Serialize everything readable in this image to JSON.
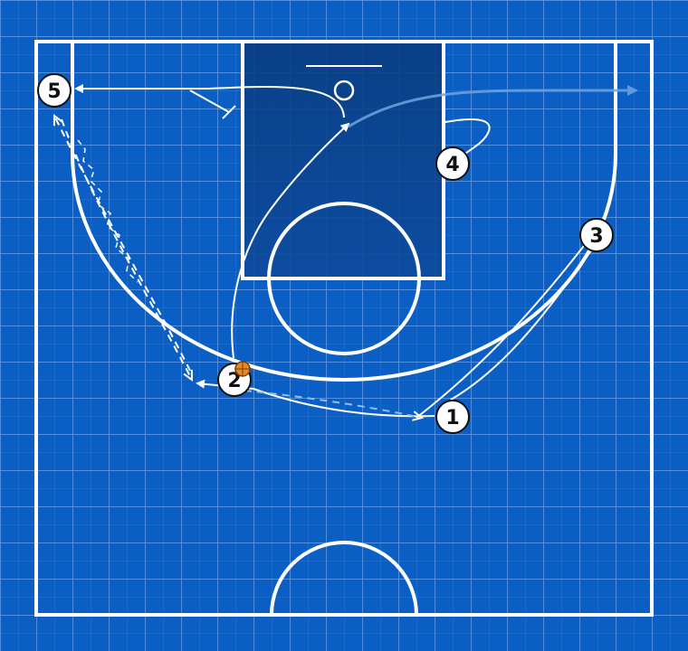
{
  "colors": {
    "background": "#0b5fc4",
    "grid": "#7fb2ef",
    "court_line": "#ffffff",
    "paint": "#0a3f86",
    "ball": "#e6892a"
  },
  "players": [
    {
      "label": "1"
    },
    {
      "label": "2",
      "has_ball": true
    },
    {
      "label": "3"
    },
    {
      "label": "4"
    },
    {
      "label": "5"
    }
  ]
}
